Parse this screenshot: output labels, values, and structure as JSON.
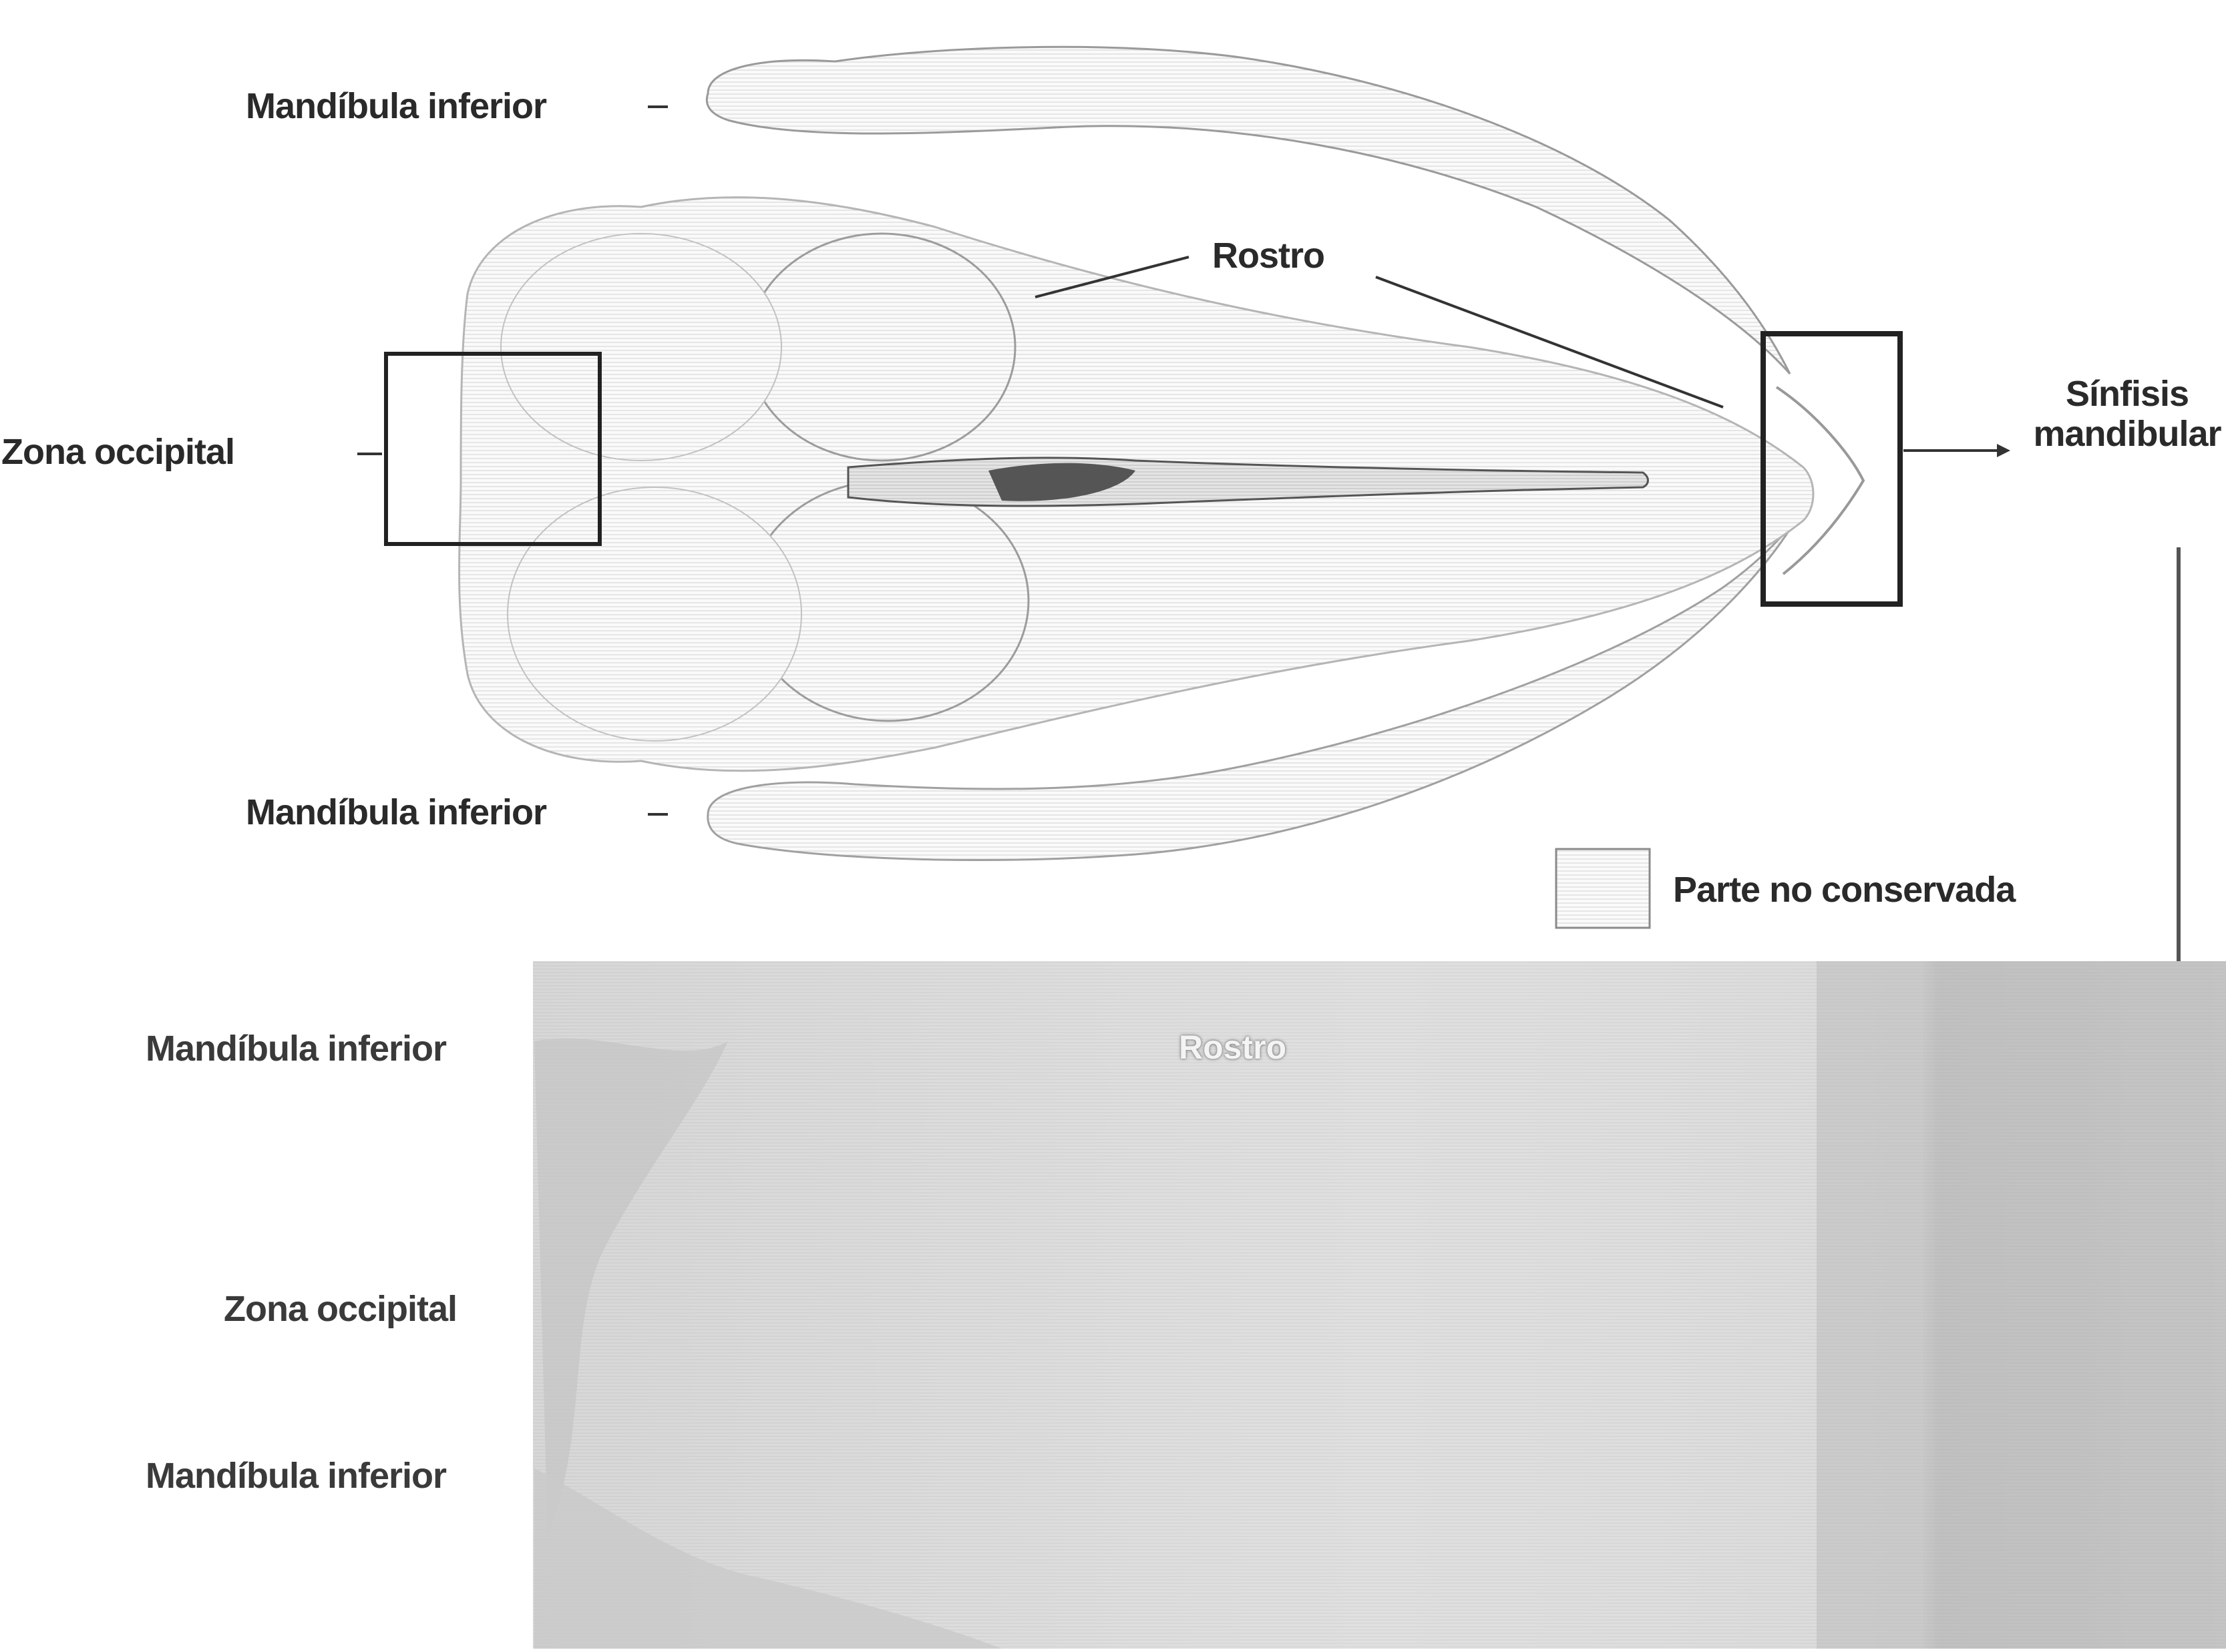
{
  "figure": {
    "top_labels": {
      "mandibula_superior": "Mandíbula inferior",
      "rostro": "Rostro",
      "zona_occipital": "Zona occipital",
      "sinfisis": "Sínfisis mandibular",
      "mandibula_inferior": "Mandíbula inferior"
    },
    "legend": {
      "label": "Parte no conservada"
    },
    "photo_labels": {
      "mandibula_superior": "Mandíbula inferior",
      "rostro": "Rostro",
      "zona_occipital": "Zona occipital",
      "mandibula_inferior": "Mandíbula inferior"
    }
  }
}
